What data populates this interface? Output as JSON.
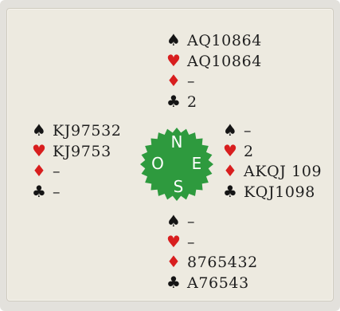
{
  "colors": {
    "red_suit": "#d81e1e",
    "black_suit": "#151515",
    "compass_fill": "#2e9a3e",
    "board_background": "#edeae0"
  },
  "suits": {
    "spades": "♠",
    "hearts": "♥",
    "diamonds": "♦",
    "clubs": "♣"
  },
  "compass": {
    "north": "N",
    "west": "O",
    "east": "E",
    "south": "S"
  },
  "hands": {
    "north": {
      "spades": "AQ10864",
      "hearts": "AQ10864",
      "diamonds": "–",
      "clubs": "2"
    },
    "west": {
      "spades": "KJ97532",
      "hearts": "KJ9753",
      "diamonds": "–",
      "clubs": "–"
    },
    "east": {
      "spades": "–",
      "hearts": "2",
      "diamonds": "AKQJ 109",
      "clubs": "KQJ1098"
    },
    "south": {
      "spades": "–",
      "hearts": "–",
      "diamonds": "8765432",
      "clubs": "A76543"
    }
  }
}
